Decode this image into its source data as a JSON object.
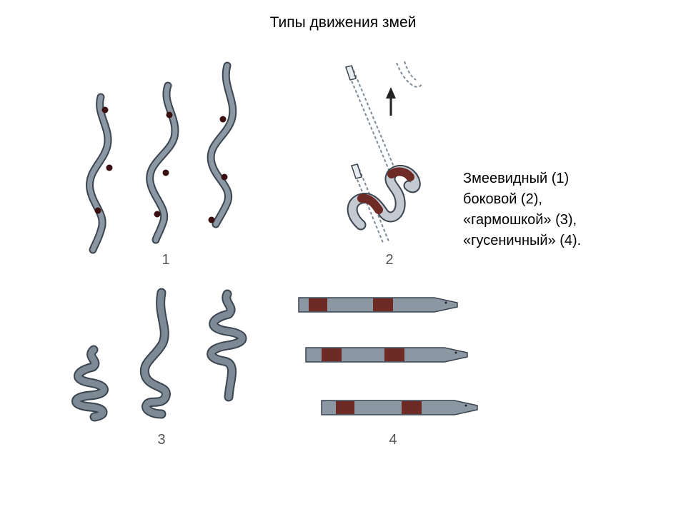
{
  "slide": {
    "title": "Типы движения змей"
  },
  "figure": {
    "labels": [
      "1",
      "2",
      "3",
      "4"
    ]
  },
  "caption": {
    "lines": [
      "Змеевидный (1)",
      "боковой (2),",
      "«гармошкой» (3),",
      "«гусеничный» (4)."
    ]
  },
  "colors": {
    "snake_body": "#7d8a96",
    "snake_outline": "#3b4550",
    "band": "#6e2b26",
    "dot": "#3a1010"
  }
}
